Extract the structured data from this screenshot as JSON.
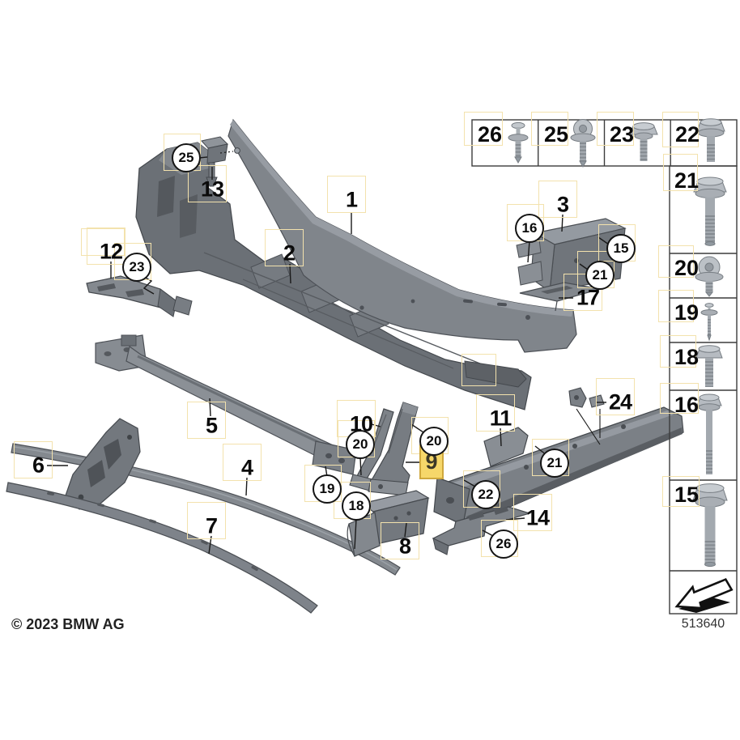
{
  "page": {
    "copyright": "© 2023 BMW AG",
    "diagram_code": "513640"
  },
  "colors": {
    "highlight": "#f6d76a",
    "highlight-border": "#cfa83d",
    "hotspot": "#f3e2ad"
  },
  "selected_callout": {
    "number": "9"
  },
  "diagram": {
    "plain_callouts": [
      {
        "number": "1"
      },
      {
        "number": "2"
      },
      {
        "number": "3"
      },
      {
        "number": "4"
      },
      {
        "number": "5"
      },
      {
        "number": "6"
      },
      {
        "number": "7"
      },
      {
        "number": "8"
      },
      {
        "number": "10"
      },
      {
        "number": "11"
      },
      {
        "number": "12"
      },
      {
        "number": "13"
      },
      {
        "number": "14"
      },
      {
        "number": "17"
      },
      {
        "number": "24"
      }
    ],
    "circled_callouts": [
      {
        "number": "25"
      },
      {
        "number": "23"
      },
      {
        "number": "16"
      },
      {
        "number": "15"
      },
      {
        "number": "21"
      },
      {
        "number": "20"
      },
      {
        "number": "20"
      },
      {
        "number": "19"
      },
      {
        "number": "18"
      },
      {
        "number": "21"
      },
      {
        "number": "22"
      },
      {
        "number": "26"
      }
    ]
  },
  "fastener_table": {
    "top_row": [
      {
        "number": "26",
        "fastener": "expansion-rivet"
      },
      {
        "number": "25",
        "fastener": "fillister-head-screw-with-washer"
      },
      {
        "number": "23",
        "fastener": "hex-head-screw"
      },
      {
        "number": "22",
        "fastener": "hex-flange-bolt"
      }
    ],
    "side_column": [
      {
        "number": "21",
        "fastener": "hex-flange-bolt-long"
      },
      {
        "number": "20",
        "fastener": "screw-with-large-washer"
      },
      {
        "number": "19",
        "fastener": "blind-rivet"
      },
      {
        "number": "18",
        "fastener": "hex-bolt"
      },
      {
        "number": "16",
        "fastener": "hex-bolt-extra-long"
      },
      {
        "number": "15",
        "fastener": "hex-flange-bolt-xl"
      }
    ],
    "direction_arrow": "front-left"
  }
}
